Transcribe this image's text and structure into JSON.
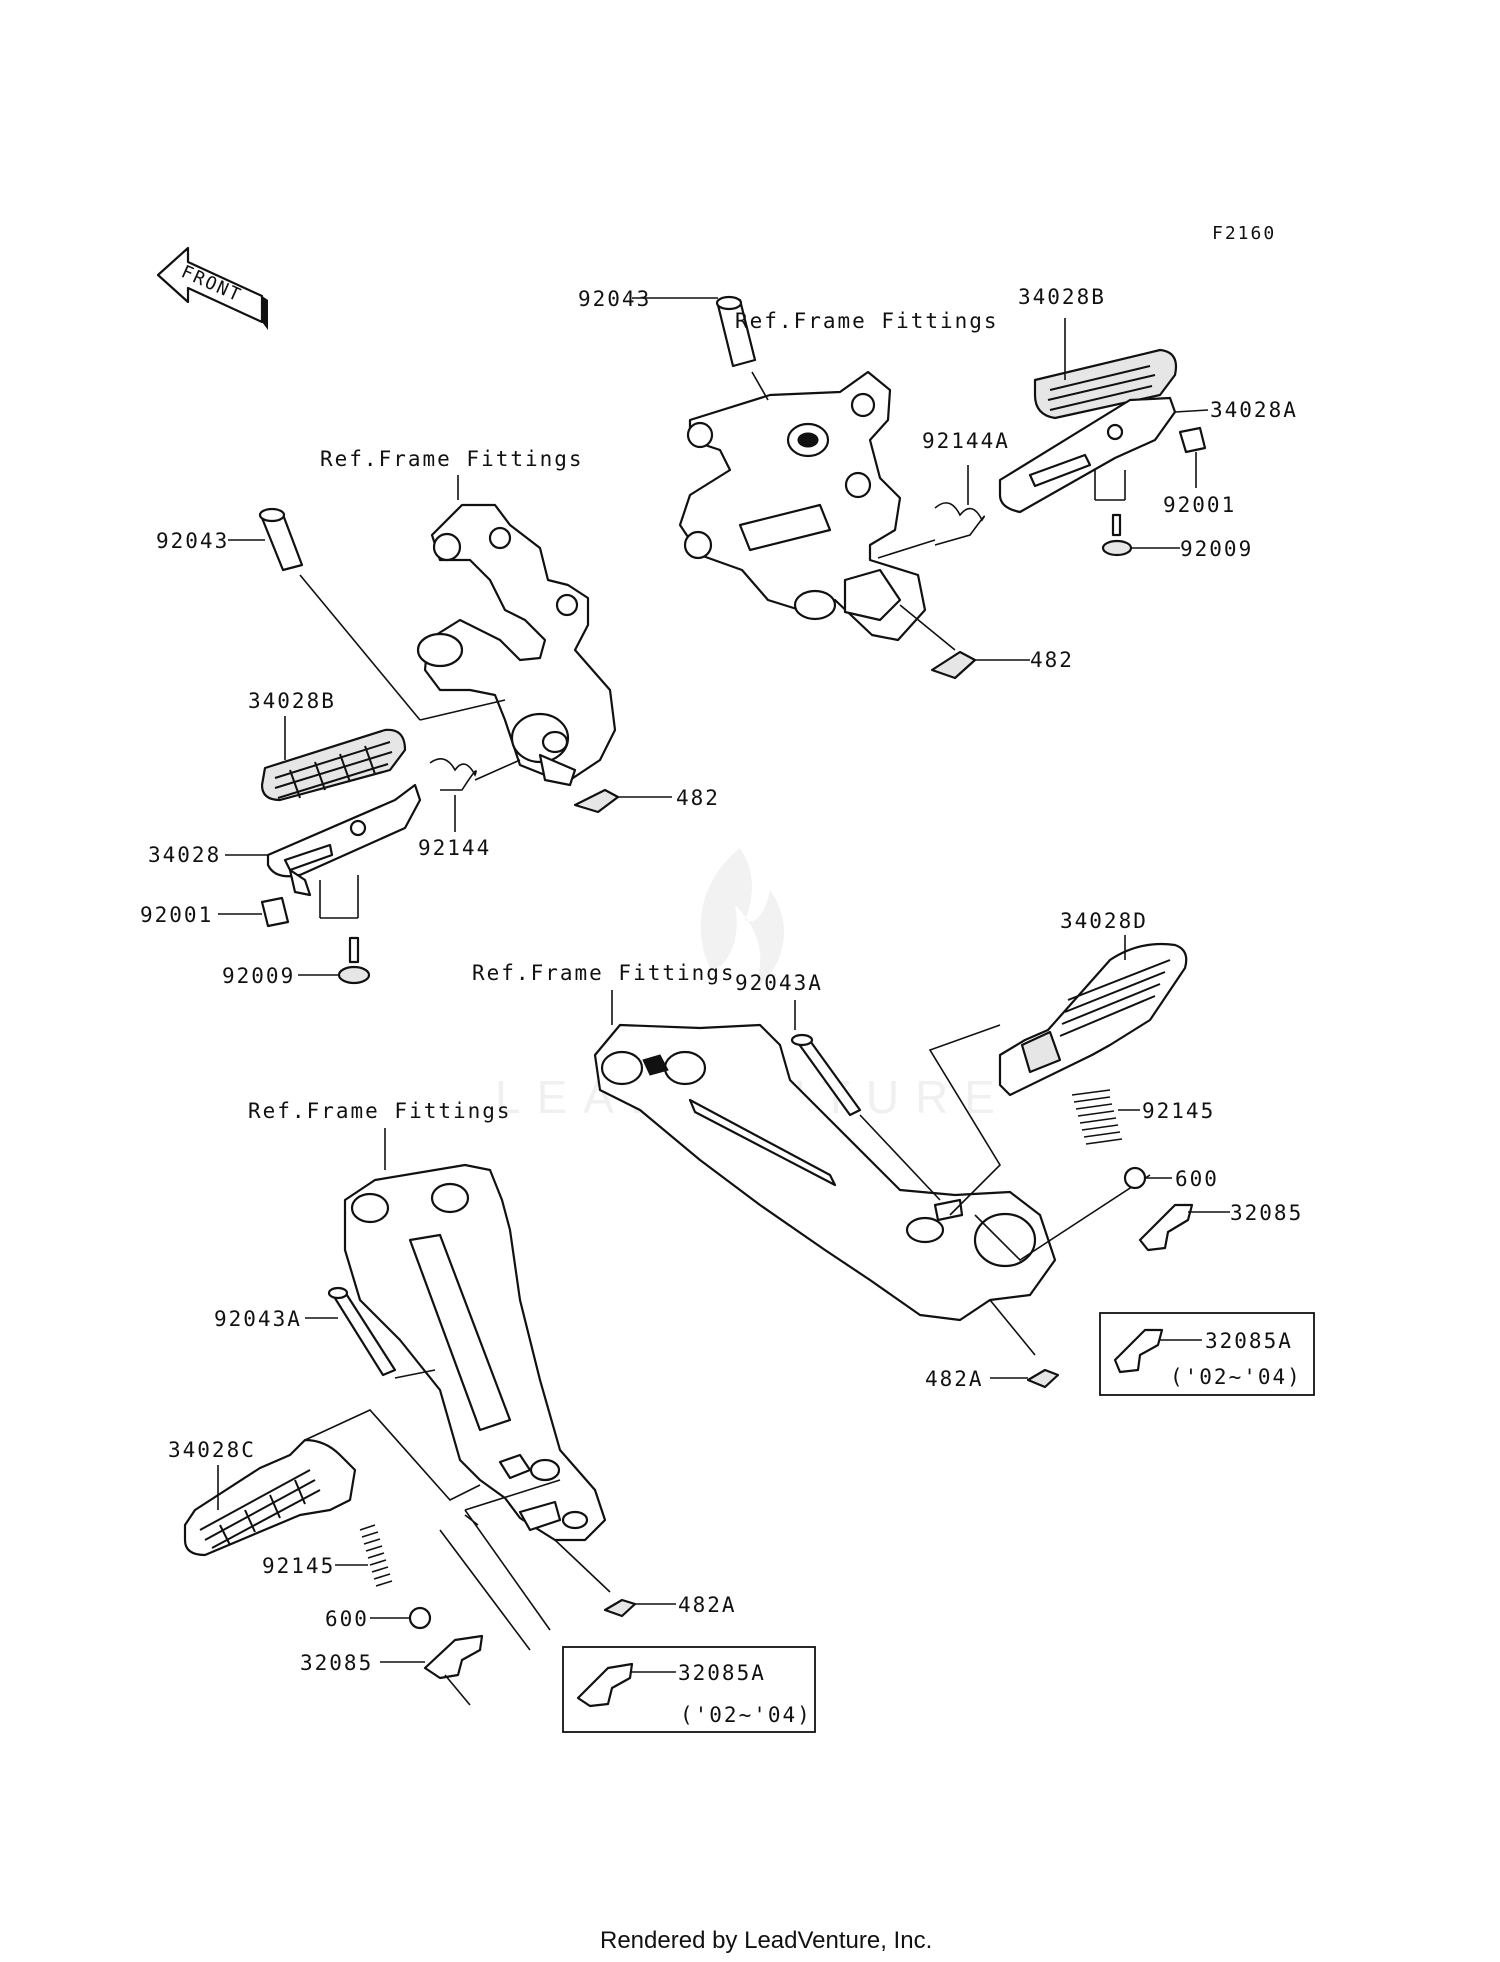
{
  "diagram_code": "F2160",
  "front_label": "FRONT",
  "ref_frame": "Ref.Frame Fittings",
  "labels": {
    "top_right": {
      "pin": "92043",
      "step_rubber": "34028B",
      "step": "34028A",
      "spring": "92144A",
      "bolt_side": "92001",
      "bolt": "92009",
      "washer": "482"
    },
    "top_left": {
      "pin": "92043",
      "step_rubber": "34028B",
      "step": "34028",
      "spring": "92144",
      "washer": "482",
      "bolt_side": "92001",
      "bolt": "92009"
    },
    "bottom_right": {
      "pin": "92043A",
      "step": "34028D",
      "spring": "92145",
      "ball": "600",
      "stopper": "32085",
      "stopper_alt": "32085A",
      "years": "('02~'04)",
      "washer": "482A"
    },
    "bottom_left": {
      "pin": "92043A",
      "step": "34028C",
      "spring": "92145",
      "ball": "600",
      "stopper": "32085",
      "stopper_alt": "32085A",
      "years": "('02~'04)",
      "washer": "482A"
    }
  },
  "watermark": "LEADVENTURE",
  "footer": "Rendered by LeadVenture, Inc."
}
